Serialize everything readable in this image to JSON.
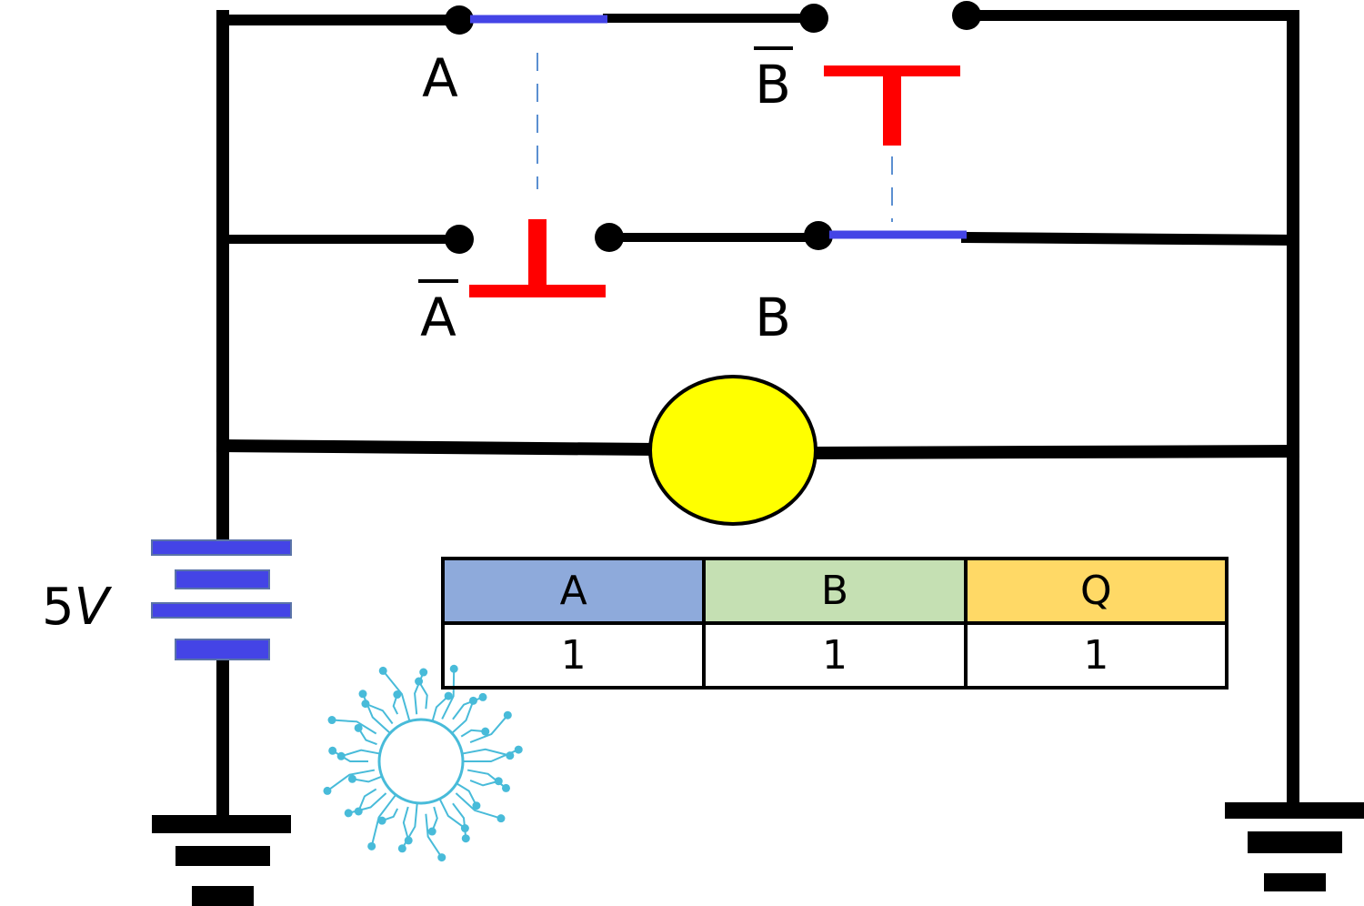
{
  "labels": {
    "switch_a": "A",
    "switch_not_a": "A",
    "switch_not_b": "B",
    "switch_b": "B",
    "voltage_number": "5",
    "voltage_unit": "V"
  },
  "truth_table": {
    "headers": [
      {
        "text": "A",
        "color": "#8eaadb"
      },
      {
        "text": "B",
        "color": "#c5e0b3"
      },
      {
        "text": "Q",
        "color": "#ffd966"
      }
    ],
    "values": [
      "1",
      "1",
      "1"
    ]
  },
  "colors": {
    "wire": "#000000",
    "contact": "#4444e6",
    "actuator": "#ff0000",
    "lamp": "#ffff00",
    "battery": "#4444e6",
    "watermark": "#3fb8d8"
  },
  "icons": {
    "watermark": "circuit-gear-logo-icon",
    "lamp": "lamp-icon",
    "battery": "battery-icon",
    "ground": "ground-icon"
  }
}
